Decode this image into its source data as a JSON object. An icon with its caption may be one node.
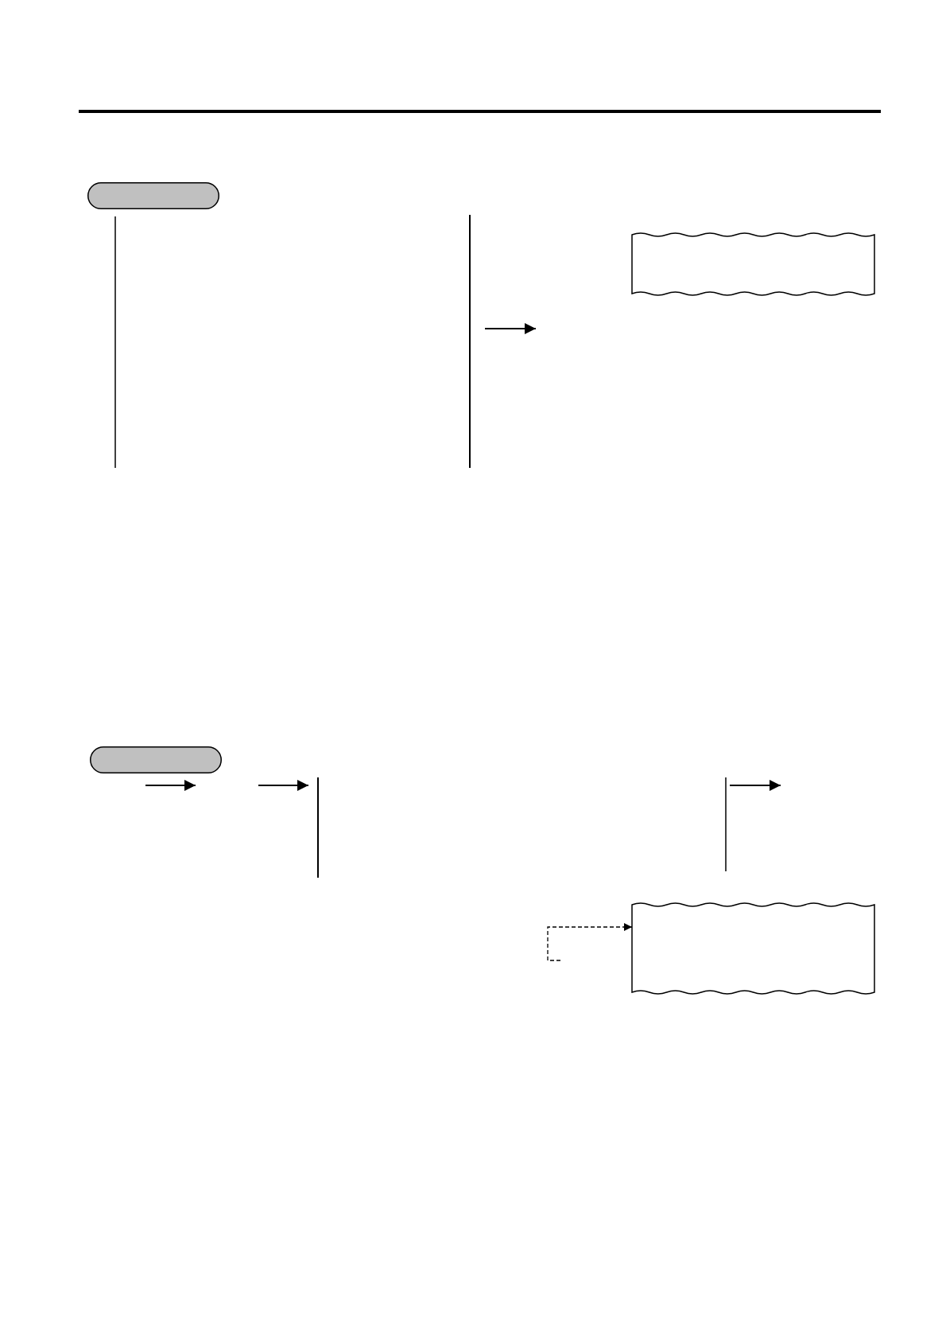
{
  "diagram": {
    "nodes": [
      {
        "text": [],
        "shape": "pill"
      },
      {
        "text": [],
        "shape": "receipt"
      },
      {
        "text": [],
        "shape": "pill"
      },
      {
        "text": [],
        "shape": "receipt"
      }
    ],
    "edges": [
      {
        "from": null,
        "to": 3,
        "arrow": "to",
        "style": "dashed"
      }
    ]
  }
}
